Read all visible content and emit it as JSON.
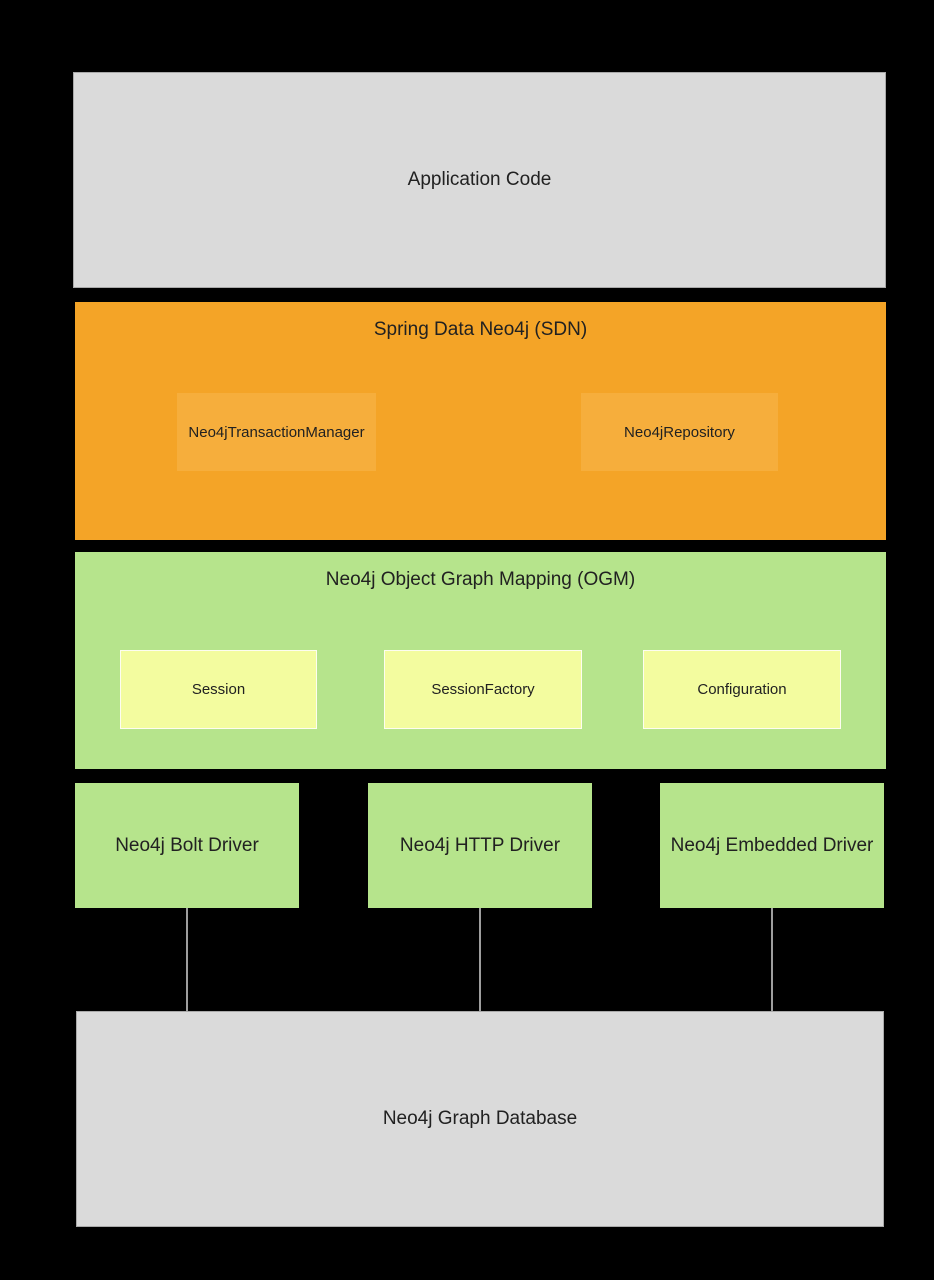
{
  "diagram": {
    "application": {
      "label": "Application Code"
    },
    "sdn": {
      "title": "Spring Data Neo4j (SDN)",
      "components": [
        {
          "label": "Neo4jTransactionManager"
        },
        {
          "label": "Neo4jRepository"
        }
      ]
    },
    "ogm": {
      "title": "Neo4j Object Graph Mapping (OGM)",
      "components": [
        {
          "label": "Session"
        },
        {
          "label": "SessionFactory"
        },
        {
          "label": "Configuration"
        }
      ]
    },
    "drivers": [
      {
        "label": "Neo4j Bolt Driver"
      },
      {
        "label": "Neo4j HTTP Driver"
      },
      {
        "label": "Neo4j Embedded Driver"
      }
    ],
    "database": {
      "label": "Neo4j Graph Database"
    },
    "colors": {
      "background": "#000000",
      "gray_box": "#dadada",
      "gray_box_border": "#a9a9a9",
      "orange_layer": "#f4a427",
      "orange_inner_box": "#f6ae3c",
      "green_layer": "#b6e48c",
      "yellow_inner_box": "#f3fc9f",
      "yellow_inner_border": "#fdfdf0",
      "connector_line": "#9e9e9e",
      "text": "#212121"
    }
  }
}
